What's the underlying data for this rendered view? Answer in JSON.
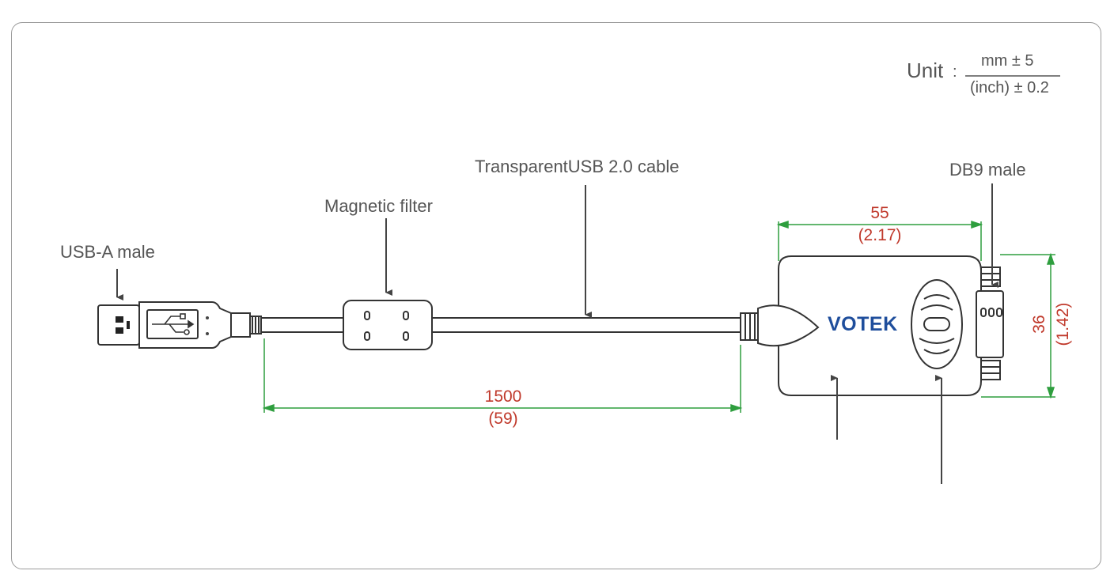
{
  "unit": {
    "word": "Unit",
    "colon": ":",
    "numerator": "mm ± 5",
    "denominator": "(inch) ± 0.2"
  },
  "labels": {
    "usb_a": "USB-A male",
    "filter": "Magnetic filter",
    "cable": "TransparentUSB 2.0 cable",
    "db9": "DB9 male"
  },
  "dimensions": {
    "length_mm": "1500",
    "length_in": "(59)",
    "width_mm": "55",
    "width_in": "(2.17)",
    "height_mm": "36",
    "height_in": "(1.42)"
  },
  "brand": "VOTEK",
  "colors": {
    "dimension_line": "#2e9e3e",
    "dimension_text": "#c0392b",
    "brand": "#1f4e9c",
    "outline": "#333333"
  }
}
